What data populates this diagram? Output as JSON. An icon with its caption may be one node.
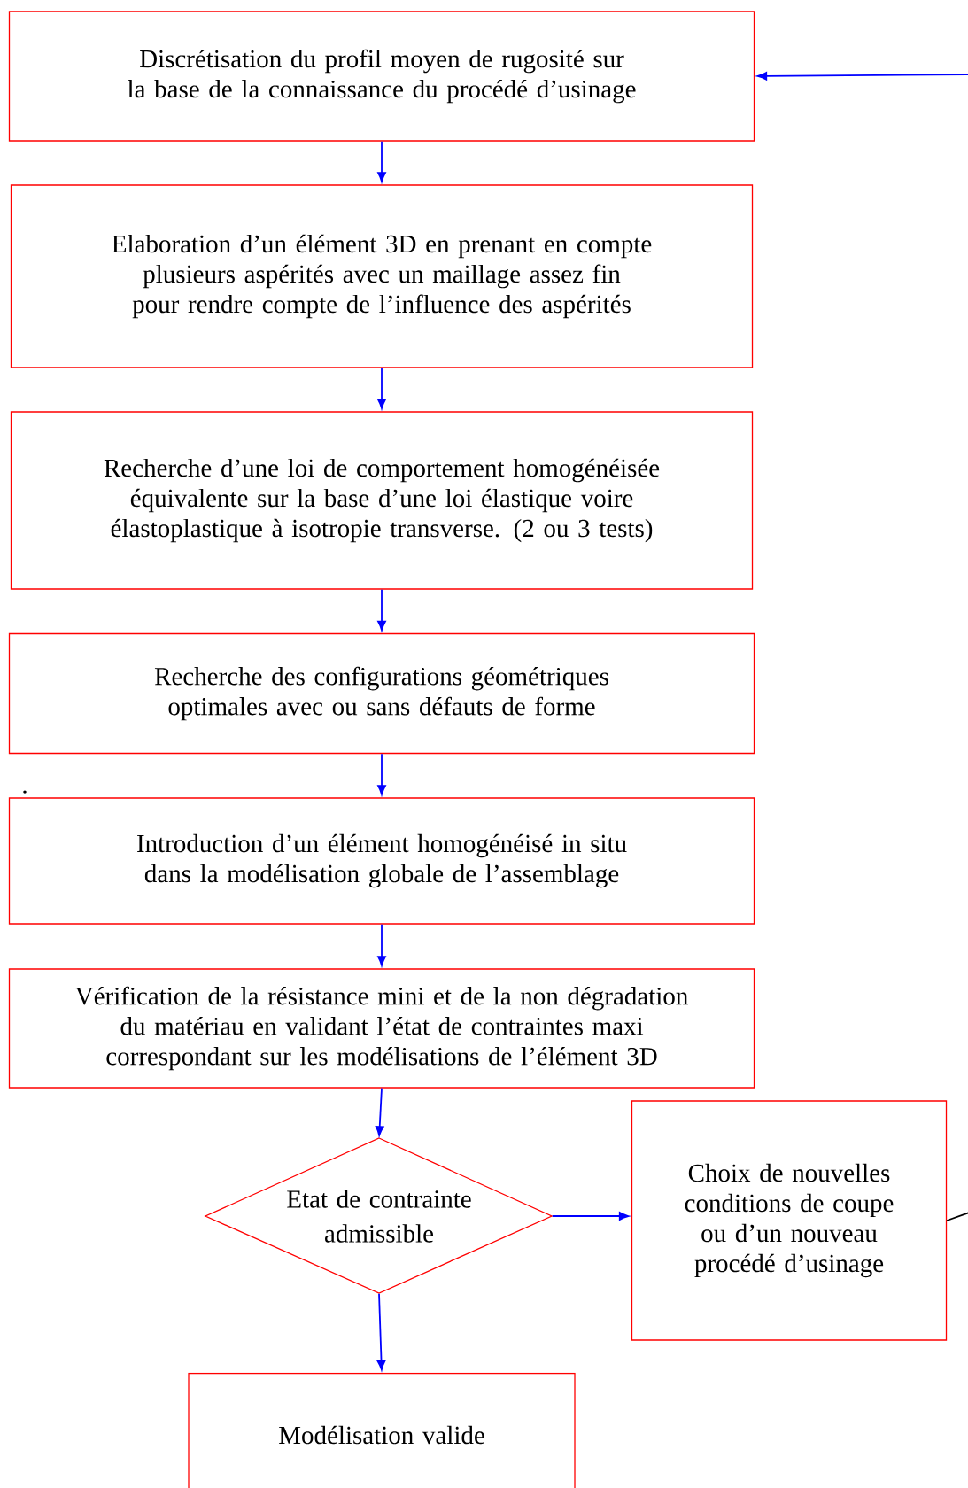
{
  "diagram": {
    "nodes": [
      {
        "text": [
          "Discrétisation du profil moyen de rugosité sur la base de la connaissance du procédé d’usinage"
        ]
      },
      {
        "text": [
          "Elaboration d’un élément 3D en prenant en compte plusieurs aspérités avec un maillage assez fin pour rendre compte de l’influence des aspérités"
        ]
      },
      {
        "text": [
          "Recherche d’une loi de comportement homogénéisée équivalente sur la base d’une loi élastique voire élastoplastique à isotropie transverse. (2 ou 3 tests)"
        ]
      },
      {
        "text": [
          "Recherche des configurations géométriques optimales avec ou sans défauts de forme"
        ]
      },
      {
        "text": [
          "Introduction d’un élément homogénéisé in situ dans la modélisation globale de l’assemblage"
        ]
      },
      {
        "text": [
          "Vérification de la résistance mini et de la non dégradation du matériau en validant l’état de contraintes maxi correspondant sur les modélisations de l’élément 3D"
        ]
      },
      {
        "text": [
          "Etat de contrainte admissible"
        ]
      },
      {
        "text": [
          "Choix de nouvelles conditions de coupe ou d’un nouveau procédé d’usinage"
        ]
      },
      {
        "text": [
          "Modélisation valide"
        ]
      }
    ],
    "edges": [
      {
        "from": 0,
        "to": 1,
        "arrow": "to"
      },
      {
        "from": 1,
        "to": 2,
        "arrow": "to"
      },
      {
        "from": 2,
        "to": 3,
        "arrow": "to"
      },
      {
        "from": 3,
        "to": 4,
        "arrow": "to"
      },
      {
        "from": 4,
        "to": 5,
        "arrow": "to"
      },
      {
        "from": 5,
        "to": 6,
        "arrow": "to"
      },
      {
        "from": 6,
        "to": 7,
        "arrow": "to"
      },
      {
        "from": 6,
        "to": 8,
        "arrow": "to"
      },
      {
        "from": null,
        "to": 0,
        "arrow": "to"
      },
      {
        "from": 7,
        "to": null,
        "arrow": "none",
        "color": "#000000"
      }
    ],
    "labels": [
      "."
    ]
  }
}
